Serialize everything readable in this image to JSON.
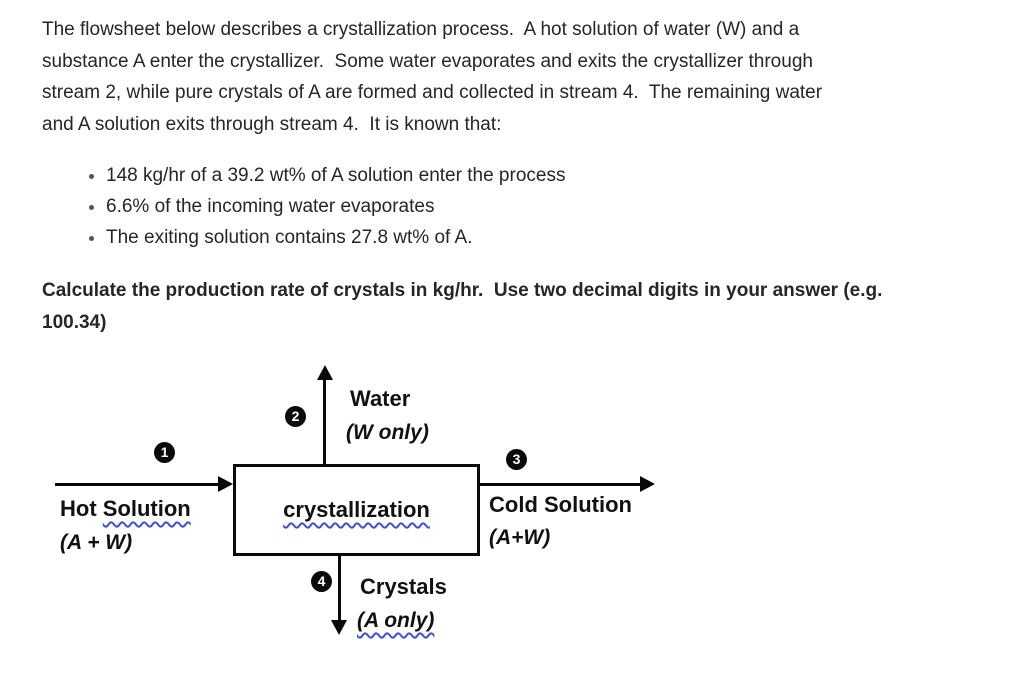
{
  "colors": {
    "text": "#262626",
    "diagram_ink": "#0a0a0a",
    "squiggle": "#3c50d8",
    "background": "#ffffff"
  },
  "problem": {
    "paragraph": "The flowsheet below describes a crystallization process.  A hot solution of water (W) and a substance A enter the crystallizer.  Some water evaporates and exits the crystallizer through stream 2, while pure crystals of A are formed and collected in stream 4.  The remaining water and A solution exits through stream 4.  It is known that:",
    "bullets": [
      "148 kg/hr of a 39.2 wt% of A solution enter the process",
      "6.6% of the incoming water evaporates",
      "The exiting solution contains 27.8 wt% of A."
    ],
    "task": "Calculate the production rate of crystals in kg/hr.  Use two decimal digits in your answer (e.g. 100.34)"
  },
  "diagram": {
    "unit_label": "crystallization",
    "stream1": {
      "number": "1",
      "label_prefix": "Hot ",
      "label_wavy": "Solution",
      "sublabel": "(A + W)"
    },
    "stream2": {
      "number": "2",
      "label": "Water",
      "sublabel": "(W only)"
    },
    "stream3": {
      "number": "3",
      "label": "Cold Solution",
      "sublabel": "(A+W)"
    },
    "stream4": {
      "number": "4",
      "label": "Crystals",
      "sublabel": "(A only)"
    }
  }
}
